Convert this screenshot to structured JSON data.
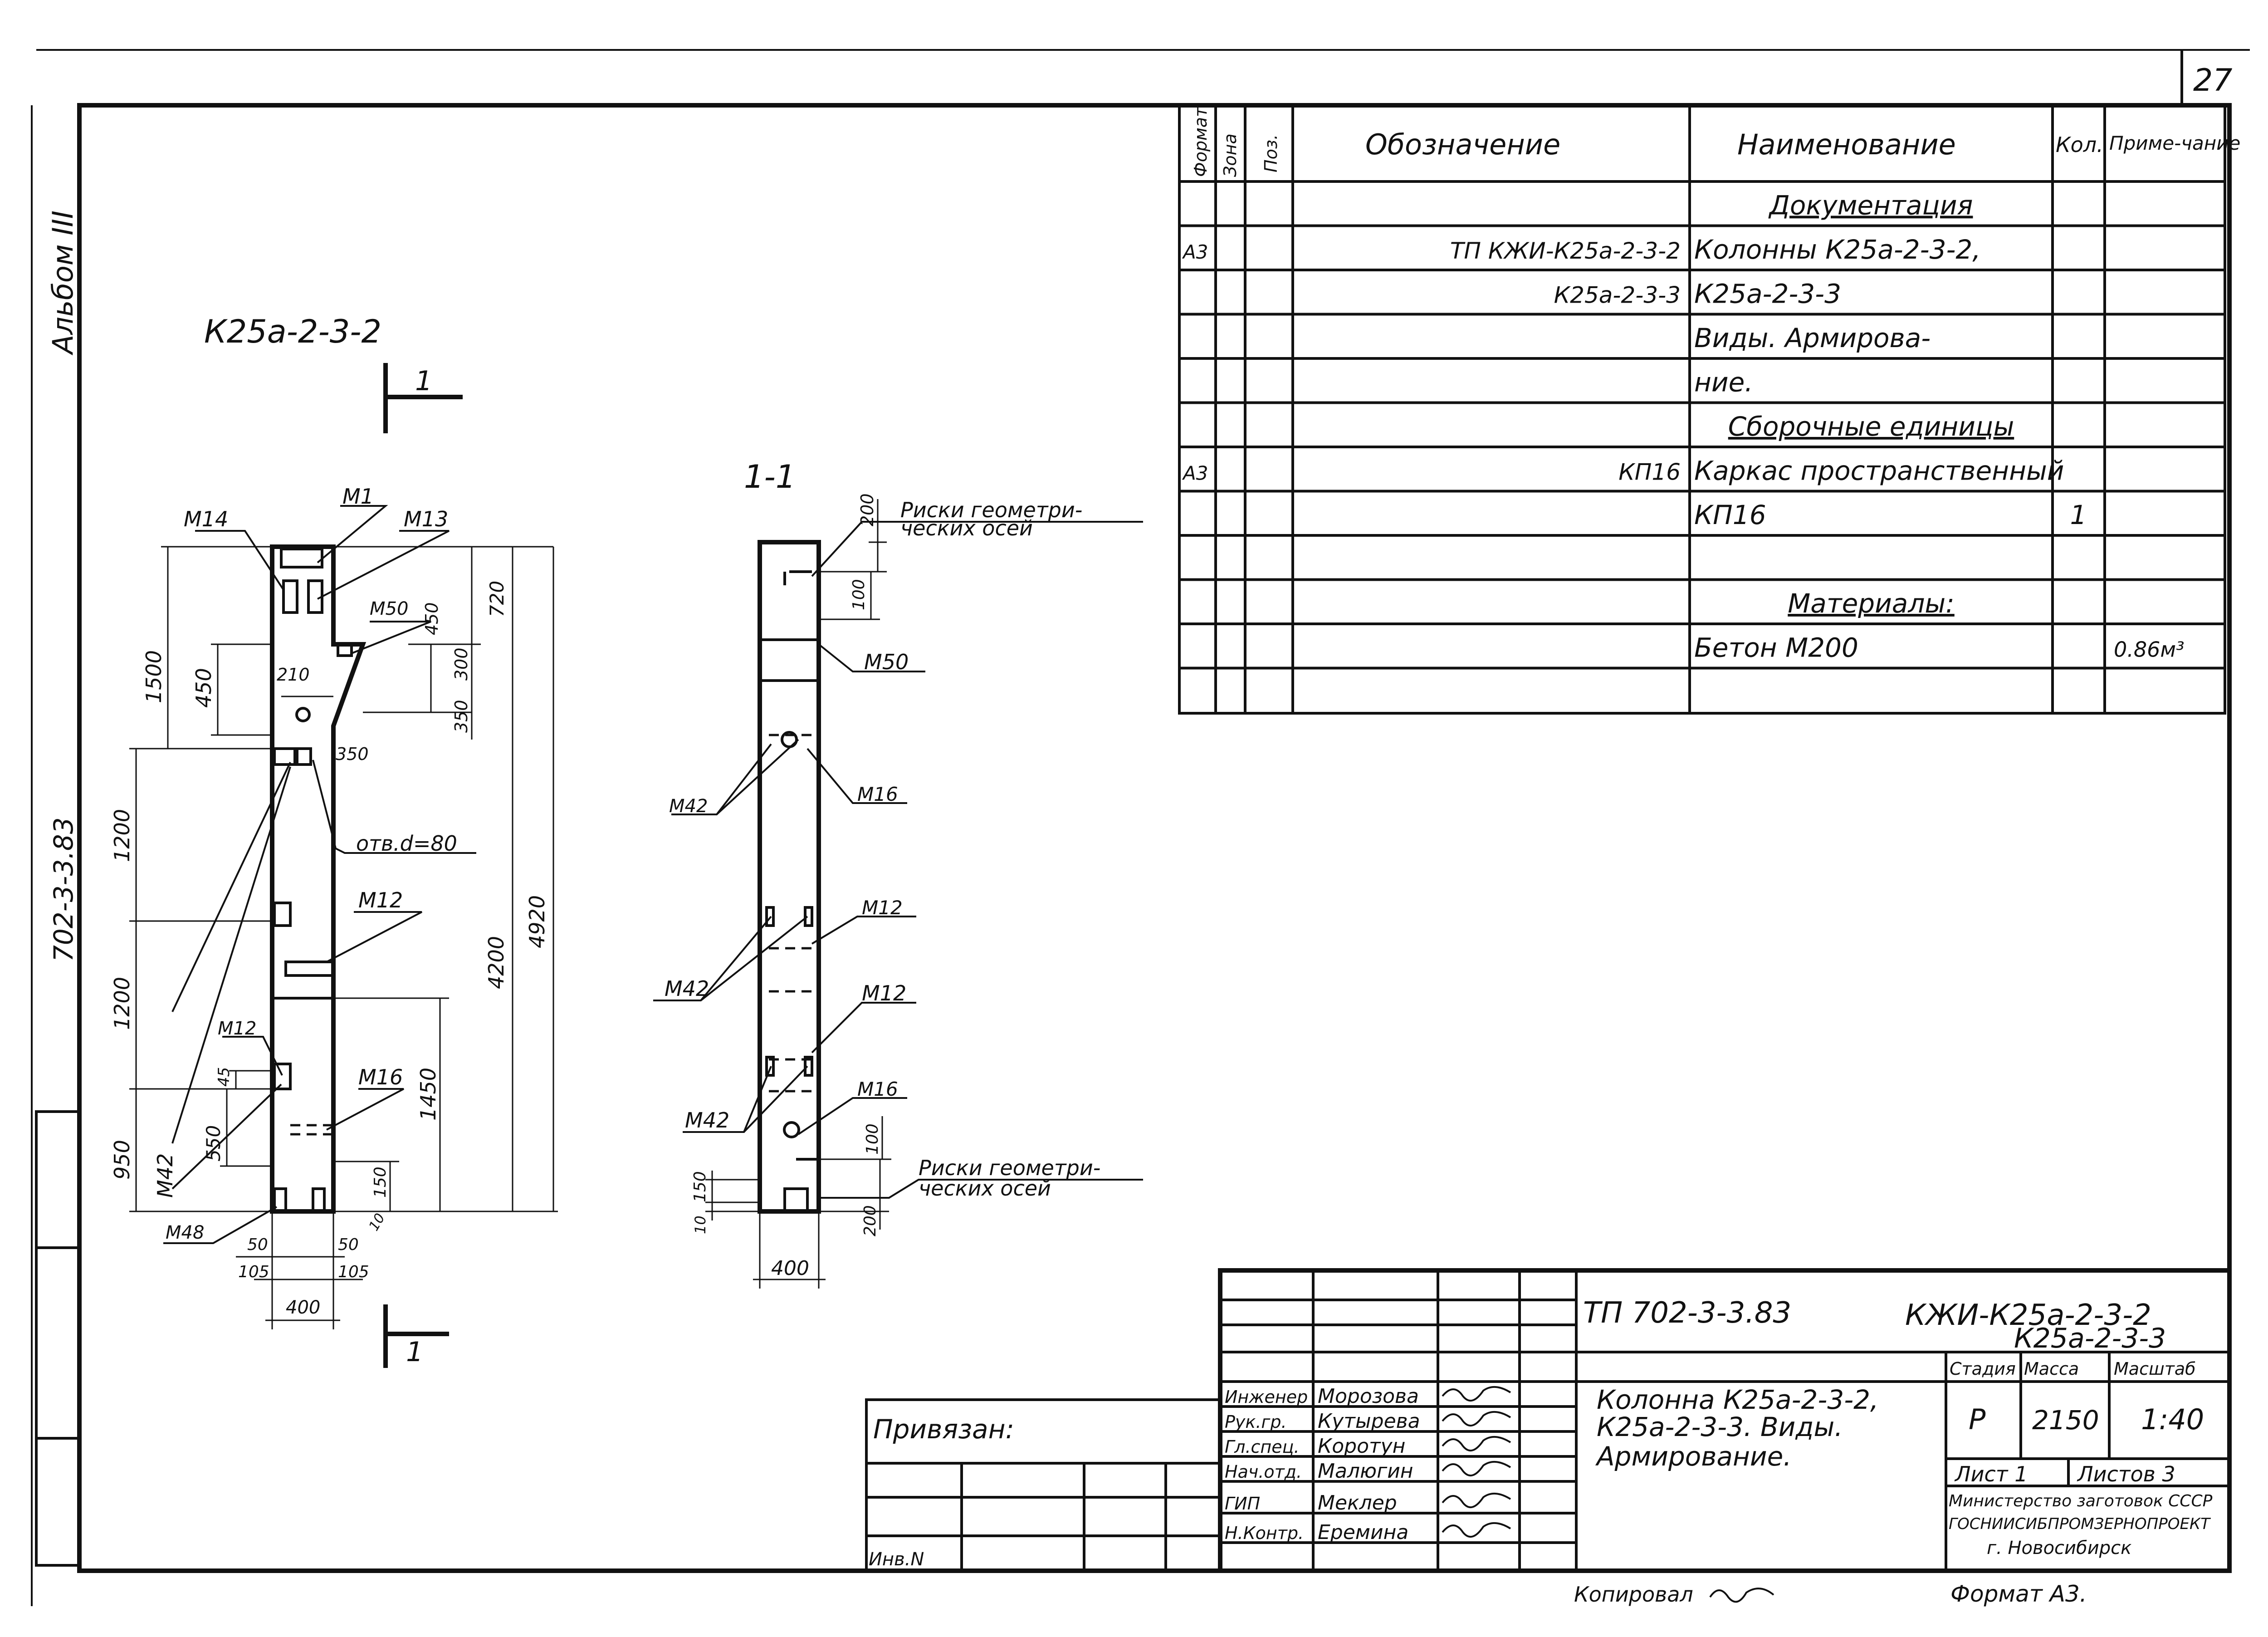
{
  "sheet_number": "27",
  "album_label": "Альбом III",
  "side_code": "702-3-3.83",
  "spec": {
    "headers": {
      "format": "Формат",
      "zone": "Зона",
      "pos": "Поз.",
      "designation": "Обозначение",
      "name": "Наименование",
      "qty": "Кол.",
      "note": "Приме-чание"
    },
    "rows": [
      {
        "format": "",
        "designation": "",
        "name": "Документация",
        "qty": "",
        "note": "",
        "underline": true
      },
      {
        "format": "А3",
        "designation": "ТП      КЖИ-К25а-2-3-2",
        "name": "Колонны К25а-2-3-2,",
        "qty": "",
        "note": ""
      },
      {
        "format": "",
        "designation": "К25а-2-3-3",
        "name": "К25а-2-3-3",
        "qty": "",
        "note": ""
      },
      {
        "format": "",
        "designation": "",
        "name": "Виды. Армирова-",
        "qty": "",
        "note": ""
      },
      {
        "format": "",
        "designation": "",
        "name": "ние.",
        "qty": "",
        "note": ""
      },
      {
        "format": "",
        "designation": "",
        "name": "Сборочные единицы",
        "qty": "",
        "note": "",
        "underline": true
      },
      {
        "format": "А3",
        "designation": "КП16",
        "name": "Каркас пространственный",
        "qty": "",
        "note": ""
      },
      {
        "format": "",
        "designation": "",
        "name": "КП16",
        "qty": "1",
        "note": ""
      },
      {
        "format": "",
        "designation": "",
        "name": "",
        "qty": "",
        "note": ""
      },
      {
        "format": "",
        "designation": "",
        "name": "Материалы:",
        "qty": "",
        "note": "",
        "underline": true
      },
      {
        "format": "",
        "designation": "",
        "name": "Бетон     М200",
        "qty": "",
        "note": "0.86м³"
      },
      {
        "format": "",
        "designation": "",
        "name": "",
        "qty": "",
        "note": ""
      }
    ]
  },
  "drawing": {
    "title": "К25а-2-3-2",
    "section_mark": "1",
    "section_title": "1-1",
    "main_labels": [
      "М14",
      "М1",
      "М13",
      "М50",
      "М12",
      "М12",
      "М16",
      "М42",
      "М48",
      "отв.d=80"
    ],
    "main_dims": [
      "1500",
      "450",
      "1200",
      "1200",
      "950",
      "550",
      "45",
      "210",
      "350",
      "720",
      "450",
      "300",
      "350",
      "4200",
      "4920",
      "1450",
      "150",
      "50",
      "50",
      "105",
      "105",
      "400",
      "10"
    ],
    "section_labels": [
      "Риски геометри-",
      "ческих осей",
      "М50",
      "М42",
      "М16",
      "М12",
      "М42",
      "М12",
      "М16",
      "М42",
      "Риски геометри-",
      "ческих осей"
    ],
    "section_dims": [
      "200",
      "100",
      "100",
      "150",
      "10",
      "200",
      "400"
    ]
  },
  "binding": {
    "label": "Привязан:",
    "inv": "Инв.N"
  },
  "title_block": {
    "code": "ТП  702-3-3.83",
    "doc": "КЖИ-К25а-2-3-2",
    "doc2": "К25а-2-3-3",
    "roles": [
      {
        "role": "Инженер",
        "name": "Морозова"
      },
      {
        "role": "Рук.гр.",
        "name": "Кутырева"
      },
      {
        "role": "Гл.спец.",
        "name": "Коротун"
      },
      {
        "role": "Нач.отд.",
        "name": "Малюгин"
      },
      {
        "role": "ГИП",
        "name": "Меклер"
      },
      {
        "role": "Н.Контр.",
        "name": "Еремина"
      }
    ],
    "description_lines": [
      "Колонна К25а-2-3-2,",
      "К25а-2-3-3. Виды.",
      "Армирование."
    ],
    "stage_label": "Стадия",
    "mass_label": "Масса",
    "scale_label": "Масштаб",
    "stage": "Р",
    "mass": "2150",
    "scale": "1:40",
    "sheet": "Лист 1",
    "sheets": "Листов 3",
    "org_lines": [
      "Министерство заготовок СССР",
      "ГОСНИИСИБПРОМЗЕРНОПРОЕКТ",
      "г. Новосибирск"
    ]
  },
  "footer": {
    "copied": "Копировал",
    "format": "Формат А3."
  }
}
